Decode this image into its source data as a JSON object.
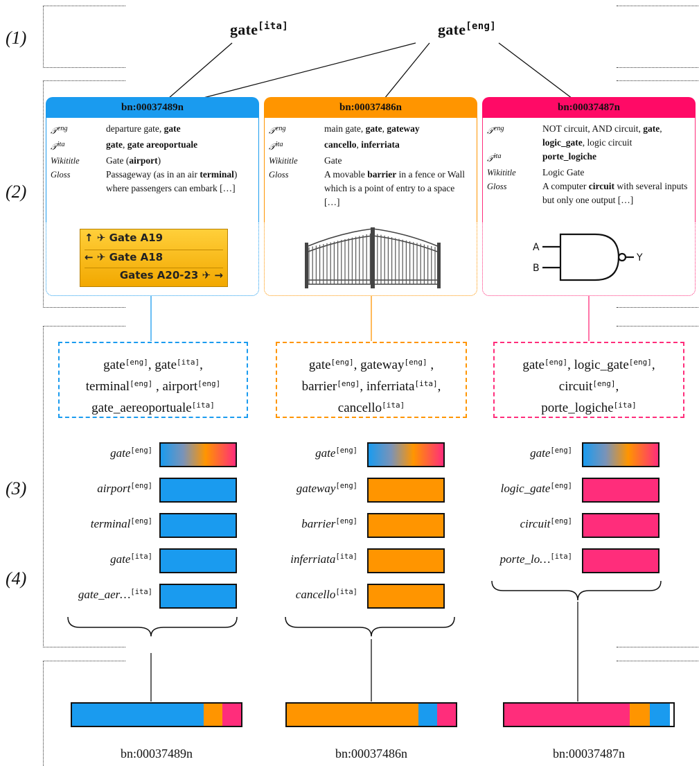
{
  "section_labels": [
    "(1)",
    "(2)",
    "(3)",
    "(4)"
  ],
  "top_words": [
    {
      "word": "gate",
      "tag": "[ita]"
    },
    {
      "word": "gate",
      "tag": "[eng]"
    }
  ],
  "colors": {
    "blue": "#1a9bef",
    "orange": "#ff9500",
    "pink": "#ff2d7b",
    "magenta_head": "#ff0a66"
  },
  "synsets": [
    {
      "id": "bn:00037489n",
      "rows": [
        {
          "key": "Teng",
          "value_html": "departure gate, <b>gate</b>"
        },
        {
          "key": "Tita",
          "value_html": "<b>gate</b>, <b>gate areoportuale</b>"
        },
        {
          "key": "Wikititle",
          "value_html": "Gate (<b>airport</b>)"
        },
        {
          "key": "Gloss",
          "value_html": "Passageway (as in an air <b>terminal</b>) where passengers can embark […]"
        }
      ],
      "image": "airport-sign",
      "sign_lines": [
        "Gate A19",
        "Gate A18",
        "Gates A20-23"
      ],
      "context_lines": [
        [
          {
            "w": "gate",
            "t": "[eng]"
          },
          {
            "w": ", gate",
            "t": "[ita]"
          },
          {
            "w": ",",
            "t": ""
          }
        ],
        [
          {
            "w": "terminal",
            "t": "[eng]"
          },
          {
            "w": " , airport",
            "t": "[eng]"
          }
        ],
        [
          {
            "w": "gate_aereoportuale",
            "t": "[ita]"
          }
        ]
      ],
      "words": [
        {
          "w": "gate",
          "t": "[eng]",
          "fill": "gradient"
        },
        {
          "w": "airport",
          "t": "[eng]",
          "fill": "blue"
        },
        {
          "w": "terminal",
          "t": "[eng]",
          "fill": "blue"
        },
        {
          "w": "gate",
          "t": "[ita]",
          "fill": "blue"
        },
        {
          "w": "gate_aer…",
          "t": "[ita]",
          "fill": "blue"
        }
      ],
      "mix": [
        {
          "color": "blue",
          "share": 0.78
        },
        {
          "color": "orange",
          "share": 0.11
        },
        {
          "color": "pink",
          "share": 0.11
        }
      ]
    },
    {
      "id": "bn:00037486n",
      "rows": [
        {
          "key": "Teng",
          "value_html": "main gate, <b>gate</b>, <b>gateway</b>"
        },
        {
          "key": "Tita",
          "value_html": "<b>cancello</b>, <b>inferriata</b>"
        },
        {
          "key": "Wikititle",
          "value_html": "Gate"
        },
        {
          "key": "Gloss",
          "value_html": "A movable <b>barrier</b> in a fence or Wall which is a point of entry to a space […]"
        }
      ],
      "image": "iron-gate",
      "context_lines": [
        [
          {
            "w": "gate",
            "t": "[eng]"
          },
          {
            "w": ", gateway",
            "t": "[eng]"
          },
          {
            "w": " ,",
            "t": ""
          }
        ],
        [
          {
            "w": "barrier",
            "t": "[eng]"
          },
          {
            "w": ", inferriata",
            "t": "[ita]"
          },
          {
            "w": ",",
            "t": ""
          }
        ],
        [
          {
            "w": "cancello",
            "t": "[ita]"
          }
        ]
      ],
      "words": [
        {
          "w": "gate",
          "t": "[eng]",
          "fill": "gradient"
        },
        {
          "w": "gateway",
          "t": "[eng]",
          "fill": "orange"
        },
        {
          "w": "barrier",
          "t": "[eng]",
          "fill": "orange"
        },
        {
          "w": "inferriata",
          "t": "[ita]",
          "fill": "orange"
        },
        {
          "w": "cancello",
          "t": "[ita]",
          "fill": "orange"
        }
      ],
      "mix": [
        {
          "color": "orange",
          "share": 0.78
        },
        {
          "color": "blue",
          "share": 0.11
        },
        {
          "color": "pink",
          "share": 0.11
        }
      ]
    },
    {
      "id": "bn:00037487n",
      "rows": [
        {
          "key": "Teng",
          "value_html": "NOT circuit, AND circuit, <b>gate</b>, <b>logic_gate</b>, logic circuit"
        },
        {
          "key": "Tita",
          "value_html": "<b>porte_logiche</b>"
        },
        {
          "key": "Wikititle",
          "value_html": "Logic Gate"
        },
        {
          "key": "Gloss",
          "value_html": "A computer <b>circuit</b> with several inputs but only one output […]"
        }
      ],
      "image": "logic-gate",
      "gate_labels": [
        "A",
        "B",
        "Y"
      ],
      "context_lines": [
        [
          {
            "w": "gate",
            "t": "[eng]"
          },
          {
            "w": ", logic_gate",
            "t": "[eng]"
          },
          {
            "w": ",",
            "t": ""
          }
        ],
        [
          {
            "w": "circuit",
            "t": "[eng]"
          },
          {
            "w": ",",
            "t": ""
          }
        ],
        [
          {
            "w": "porte_logiche",
            "t": "[ita]"
          }
        ]
      ],
      "words": [
        {
          "w": "gate",
          "t": "[eng]",
          "fill": "gradient"
        },
        {
          "w": "logic_gate",
          "t": "[eng]",
          "fill": "pink"
        },
        {
          "w": "circuit",
          "t": "[eng]",
          "fill": "pink"
        },
        {
          "w": "porte_lo…",
          "t": "[ita]",
          "fill": "pink"
        }
      ],
      "mix": [
        {
          "color": "pink",
          "share": 0.74
        },
        {
          "color": "orange",
          "share": 0.12
        },
        {
          "color": "blue",
          "share": 0.12
        }
      ]
    }
  ]
}
